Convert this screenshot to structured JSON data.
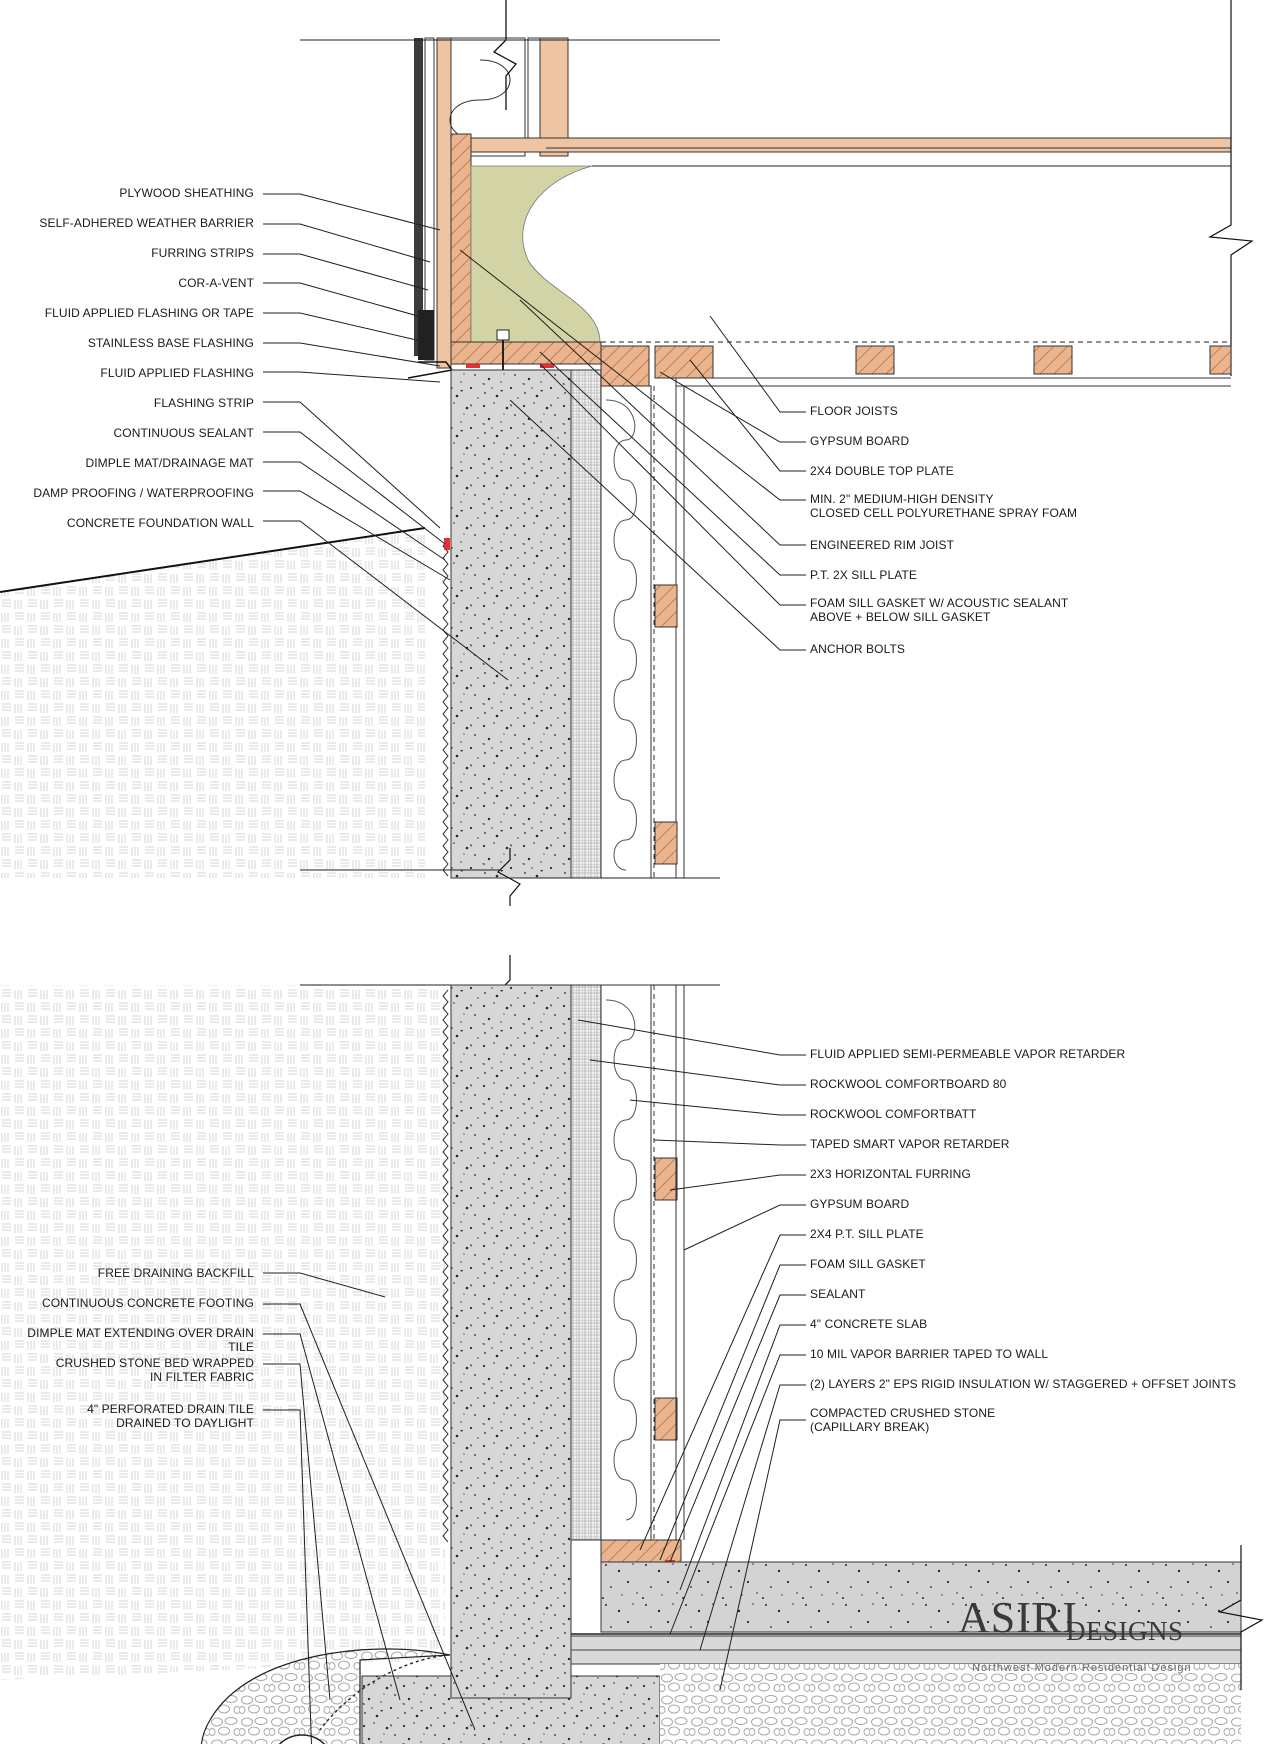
{
  "colors": {
    "concrete": "#d7d7d7",
    "lumber": "#e9b48e",
    "spray_foam": "#d2d4a6",
    "sealant": "#e0303a",
    "line": "#1f1f1f"
  },
  "upper_detail": {
    "left_labels": [
      "PLYWOOD SHEATHING",
      "SELF-ADHERED WEATHER BARRIER",
      "FURRING STRIPS",
      "COR-A-VENT",
      "FLUID APPLIED FLASHING OR TAPE",
      "STAINLESS BASE FLASHING",
      "FLUID APPLIED FLASHING",
      "FLASHING STRIP",
      "CONTINUOUS SEALANT",
      "DIMPLE MAT/DRAINAGE MAT",
      "DAMP PROOFING / WATERPROOFING",
      "CONCRETE FOUNDATION WALL"
    ],
    "right_labels": [
      "FLOOR JOISTS",
      "GYPSUM BOARD",
      "2X4 DOUBLE TOP PLATE",
      "MIN.  2\" MEDIUM-HIGH DENSITY\nCLOSED CELL POLYURETHANE SPRAY FOAM",
      "ENGINEERED RIM JOIST",
      "P.T. 2X SILL PLATE",
      "FOAM SILL GASKET W/ ACOUSTIC SEALANT\nABOVE + BELOW SILL GASKET",
      "ANCHOR BOLTS"
    ]
  },
  "lower_detail": {
    "right_labels": [
      "FLUID APPLIED SEMI-PERMEABLE VAPOR RETARDER",
      "ROCKWOOL COMFORTBOARD 80",
      "ROCKWOOL COMFORTBATT",
      "TAPED SMART VAPOR RETARDER",
      "2X3 HORIZONTAL FURRING",
      "GYPSUM BOARD",
      "2X4 P.T. SILL PLATE",
      "FOAM SILL GASKET",
      "SEALANT",
      "4\" CONCRETE SLAB",
      "10 MIL VAPOR BARRIER TAPED TO WALL",
      "(2) LAYERS 2\" EPS RIGID INSULATION W/ STAGGERED + OFFSET JOINTS",
      "COMPACTED CRUSHED STONE\n(CAPILLARY BREAK)"
    ],
    "left_labels": [
      "FREE DRAINING BACKFILL",
      "CONTINUOUS CONCRETE FOOTING",
      "DIMPLE MAT EXTENDING OVER DRAIN TILE",
      "CRUSHED STONE BED WRAPPED\nIN FILTER FABRIC",
      "4\" PERFORATED DRAIN TILE\nDRAINED TO DAYLIGHT"
    ]
  },
  "logo": {
    "name_part1": "ASIRI",
    "name_part2": "DESIGNS",
    "tagline": "Northwest  Modern  Residential  Design"
  }
}
